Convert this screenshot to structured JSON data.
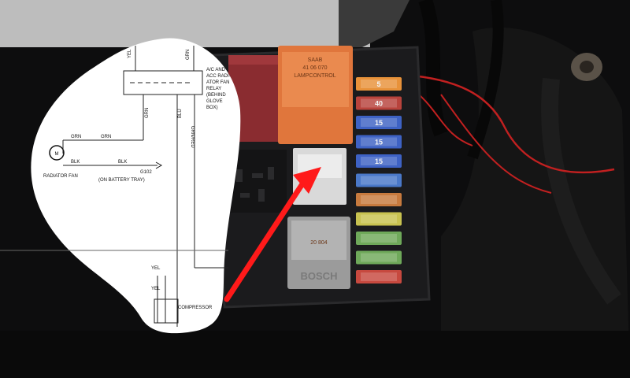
{
  "relay_orange": {
    "brand": "SAAB",
    "part_no": "41 06 070",
    "name": "LAMPCONTROL"
  },
  "relay_grey": {
    "brand": "BOSCH",
    "part_no": "20 804"
  },
  "fuses": [
    {
      "value": "5",
      "color": "#e8923a"
    },
    {
      "value": "40",
      "color": "#b8433c"
    },
    {
      "value": "15",
      "color": "#3e62c4"
    },
    {
      "value": "15",
      "color": "#3e62c4"
    },
    {
      "value": "15",
      "color": "#3e62c4"
    },
    {
      "value": "",
      "color": "#4a78c8"
    },
    {
      "value": "",
      "color": "#c77a3e"
    },
    {
      "value": "",
      "color": "#c8c250"
    },
    {
      "value": "",
      "color": "#6fa95a"
    },
    {
      "value": "",
      "color": "#6fa95a"
    },
    {
      "value": "",
      "color": "#c7493f"
    }
  ],
  "schematic": {
    "wire_top_left": "YEL",
    "wire_top_right": "GRN",
    "relay_label_lines": [
      "A/C AND",
      "ACC RADI-",
      "ATOR FAN",
      "RELAY",
      "(BEHIND",
      "GLOVE",
      "BOX)"
    ],
    "wire_grn_1": "GRN",
    "wire_grn_2": "GRN",
    "wire_grn_vertical": "GRN",
    "wire_blu": "BLU",
    "wire_grnred": "GRN/RED",
    "wire_blk_1": "BLK",
    "wire_blk_2": "BLK",
    "ground_id": "G102",
    "ground_note": "(ON BATTERY TRAY)",
    "fan_label": "RADIATOR FAN",
    "motor_symbol": "M",
    "lower_wire_1": "YEL",
    "lower_wire_2": "YEL",
    "compressor_label": "COMPRESSOR"
  },
  "colors": {
    "arrow": "#ff1a1a",
    "relay_orange": "#e0763c",
    "relay_maroon": "#8a2c30",
    "fusebox": "#1b1b1d"
  }
}
